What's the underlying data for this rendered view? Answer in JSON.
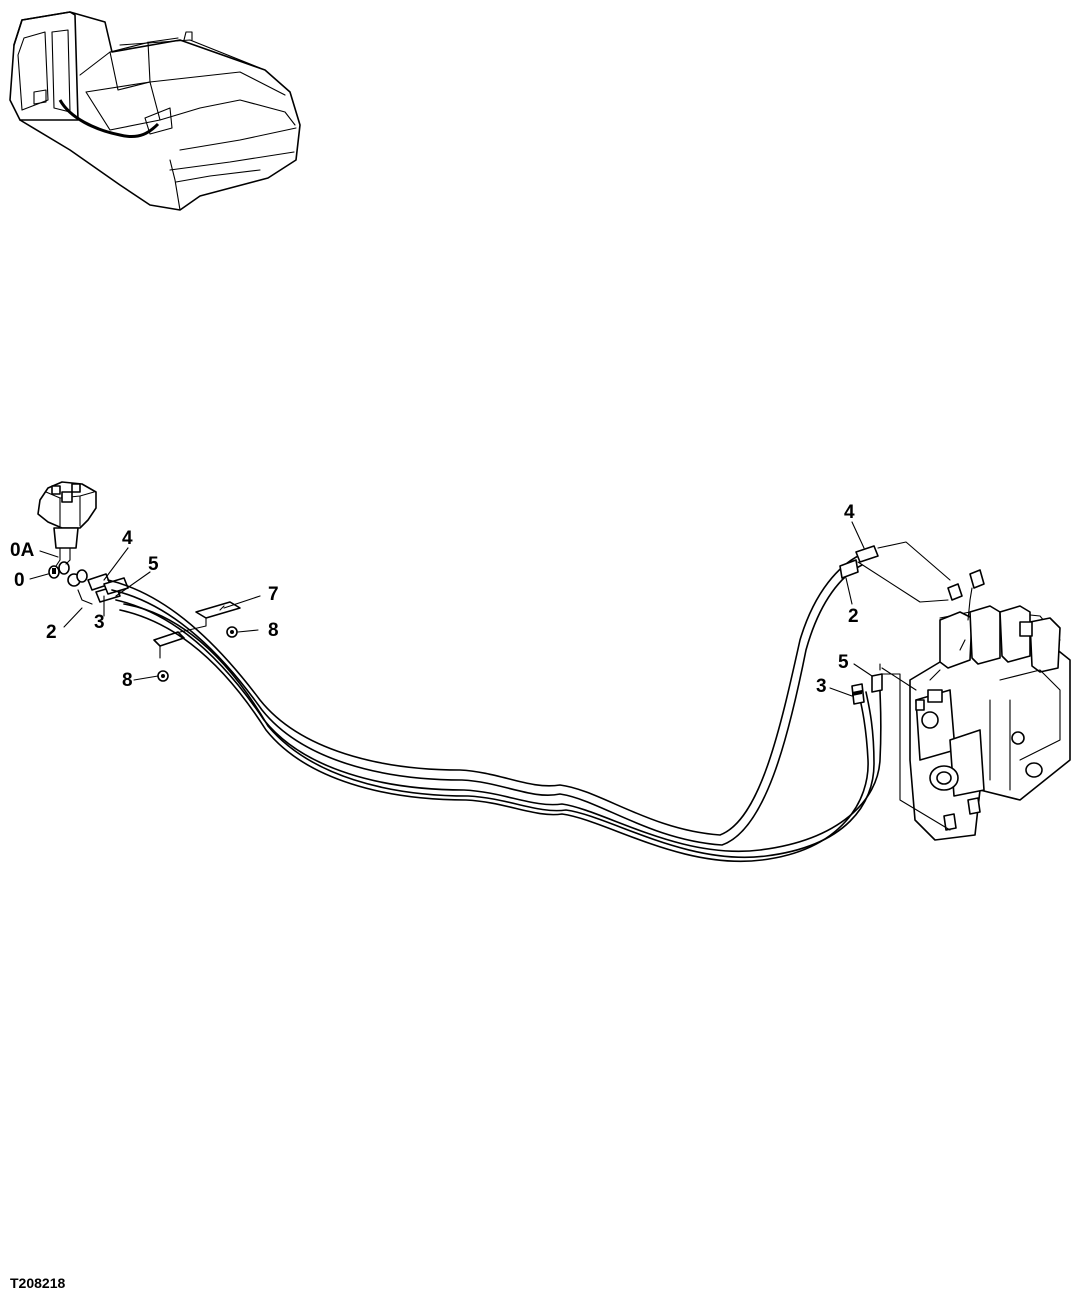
{
  "diagram": {
    "ref_code": "T208218",
    "callouts": {
      "c_0a": "0A",
      "c_0": "0",
      "c_2_left": "2",
      "c_3_left": "3",
      "c_4_left": "4",
      "c_5_left": "5",
      "c_7": "7",
      "c_8_upper": "8",
      "c_8_lower": "8",
      "c_4_right": "4",
      "c_2_right": "2",
      "c_5_right": "5",
      "c_3_right": "3"
    }
  }
}
